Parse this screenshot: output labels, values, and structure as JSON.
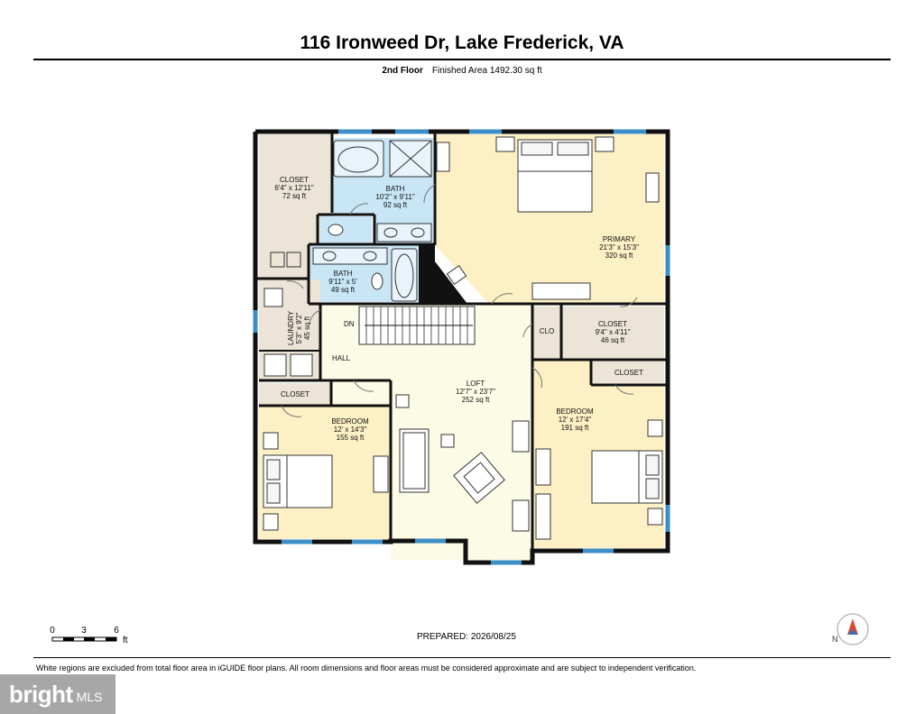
{
  "header": {
    "address": "116 Ironweed Dr, Lake Frederick, VA",
    "floor": "2nd Floor",
    "finished_area": "Finished Area 1492.30 sq ft"
  },
  "rooms": {
    "closet_nw": {
      "name": "CLOSET",
      "dims": "6'4\" x 12'11\"",
      "area": "72 sq ft"
    },
    "bath_main": {
      "name": "BATH",
      "dims": "10'2\" x 9'11\"",
      "area": "92 sq ft"
    },
    "primary": {
      "name": "PRIMARY",
      "dims": "21'3\" x 15'3\"",
      "area": "320 sq ft"
    },
    "bath_small": {
      "name": "BATH",
      "dims": "9'11\" x 5'",
      "area": "49 sq ft"
    },
    "laundry": {
      "name": "LAUNDRY",
      "dims": "5'3\" x 9'2\"",
      "area": "45 sq ft"
    },
    "hall": {
      "name": "HALL"
    },
    "stairs": {
      "name": "DN"
    },
    "clo": {
      "name": "CLO"
    },
    "closet_e": {
      "name": "CLOSET",
      "dims": "9'4\" x 4'11\"",
      "area": "46 sq ft"
    },
    "closet_se": {
      "name": "CLOSET"
    },
    "closet_sw": {
      "name": "CLOSET"
    },
    "loft": {
      "name": "LOFT",
      "dims": "12'7\" x 23'7\"",
      "area": "252 sq ft"
    },
    "bedroom_w": {
      "name": "BEDROOM",
      "dims": "12' x 14'3\"",
      "area": "155 sq ft"
    },
    "bedroom_e": {
      "name": "BEDROOM",
      "dims": "12' x 17'4\"",
      "area": "191 sq ft"
    }
  },
  "scale": {
    "ticks": [
      "0",
      "3",
      "6"
    ],
    "unit": "ft"
  },
  "footer": {
    "prepared": "PREPARED: 2026/08/25",
    "disclaimer": "White regions are excluded from total floor area in iGUIDE floor plans. All room dimensions and floor areas must be considered approximate and are subject to independent verification."
  },
  "brand": {
    "name": "bright",
    "suffix": "MLS"
  },
  "colors": {
    "primary_fill": "#fdf0c4",
    "bath_fill": "#c9e6f7",
    "closet_fill": "#ebe4d7",
    "loft_fill": "#fbfbe6",
    "wall": "#111111",
    "window": "#3b8fc6"
  }
}
